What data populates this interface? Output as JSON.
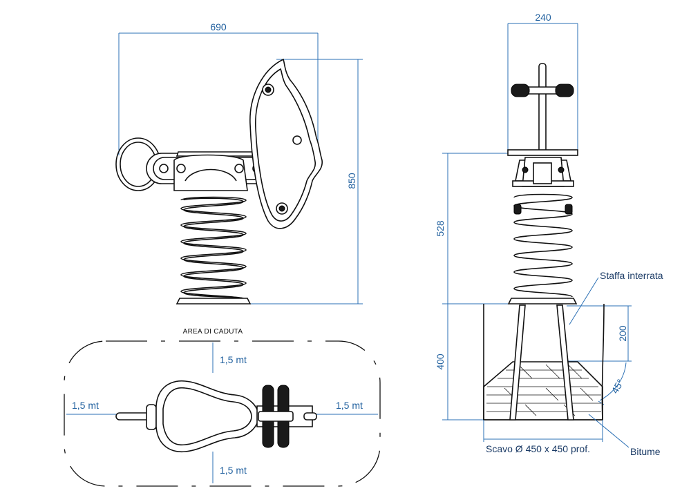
{
  "dimensions": {
    "top_width": "690",
    "side_width": "240",
    "height_total": "850",
    "seat_height": "528",
    "foundation_depth": "400",
    "staffa_depth": "200",
    "angle": "45°"
  },
  "labels": {
    "fall_area": "AREA DI CADUTA",
    "clearance_top": "1,5 mt",
    "clearance_bottom": "1,5 mt",
    "clearance_left": "1,5 mt",
    "clearance_right": "1,5 mt",
    "staffa": "Staffa interrata",
    "bitume": "Bitume",
    "scavo": "Scavo Ø 450 x 450 prof."
  },
  "colors": {
    "dimension_line": "#2a6fb4",
    "outline": "#111111"
  }
}
